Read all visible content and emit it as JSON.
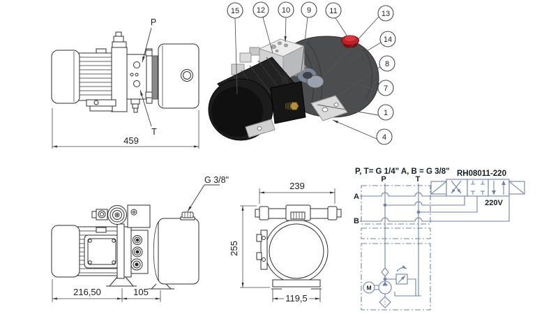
{
  "side_view": {
    "port_p": "P",
    "port_t": "T",
    "dim_length": "459"
  },
  "iso_view": {
    "callouts": [
      "15",
      "12",
      "10",
      "9",
      "11",
      "13",
      "14",
      "8",
      "7",
      "1",
      "4"
    ],
    "cap_color": "#c41e22"
  },
  "bottom_side_view": {
    "thread_label": "G 3/8\"",
    "dim_left": "216,50",
    "dim_right": "105"
  },
  "front_view": {
    "dim_top": "239",
    "dim_side": "255",
    "dim_base": "119,5"
  },
  "schematic": {
    "header": "P, T= G 1/4\" A, B = G 3/8\"",
    "valve_model": "RH08011-220",
    "voltage": "220V",
    "port_p": "P",
    "port_t": "T",
    "port_a": "A",
    "port_b": "B",
    "motor_label": "M",
    "line_color": "#7080a8"
  }
}
